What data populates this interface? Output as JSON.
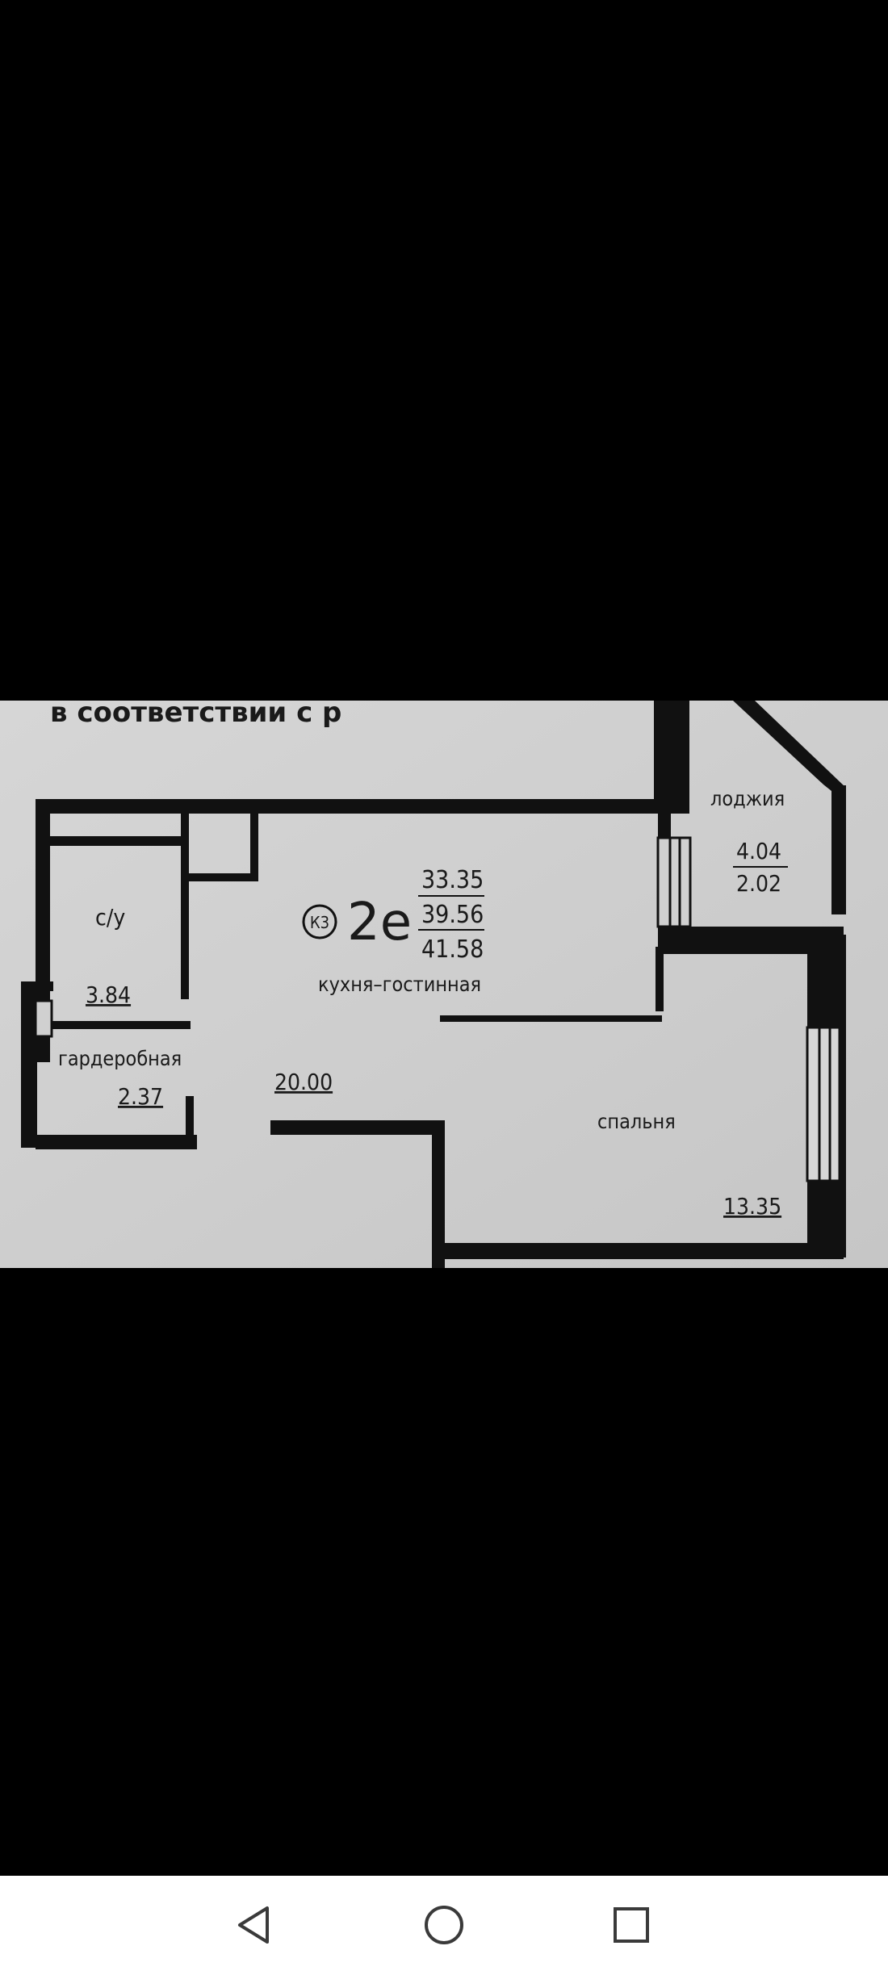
{
  "plan": {
    "header_text": "в соответствии с р",
    "apartment": {
      "code": "К3",
      "type": "2е",
      "area_living": "33.35",
      "area_total": "39.56",
      "area_full": "41.58"
    },
    "rooms": [
      {
        "label": "с/у",
        "area": "3.84"
      },
      {
        "label": "гардеробная",
        "area": "2.37"
      },
      {
        "label": "кухня–гостинная",
        "area": "20.00"
      },
      {
        "label": "лоджия",
        "area_1": "4.04",
        "area_2": "2.02"
      },
      {
        "label": "спальня",
        "area": "13.35"
      }
    ]
  },
  "navbar": {
    "back_icon": "triangle-back-icon",
    "home_icon": "circle-home-icon",
    "recent_icon": "square-recents-icon",
    "background": "#ffffff",
    "icon_color": "#3a3a3a"
  }
}
